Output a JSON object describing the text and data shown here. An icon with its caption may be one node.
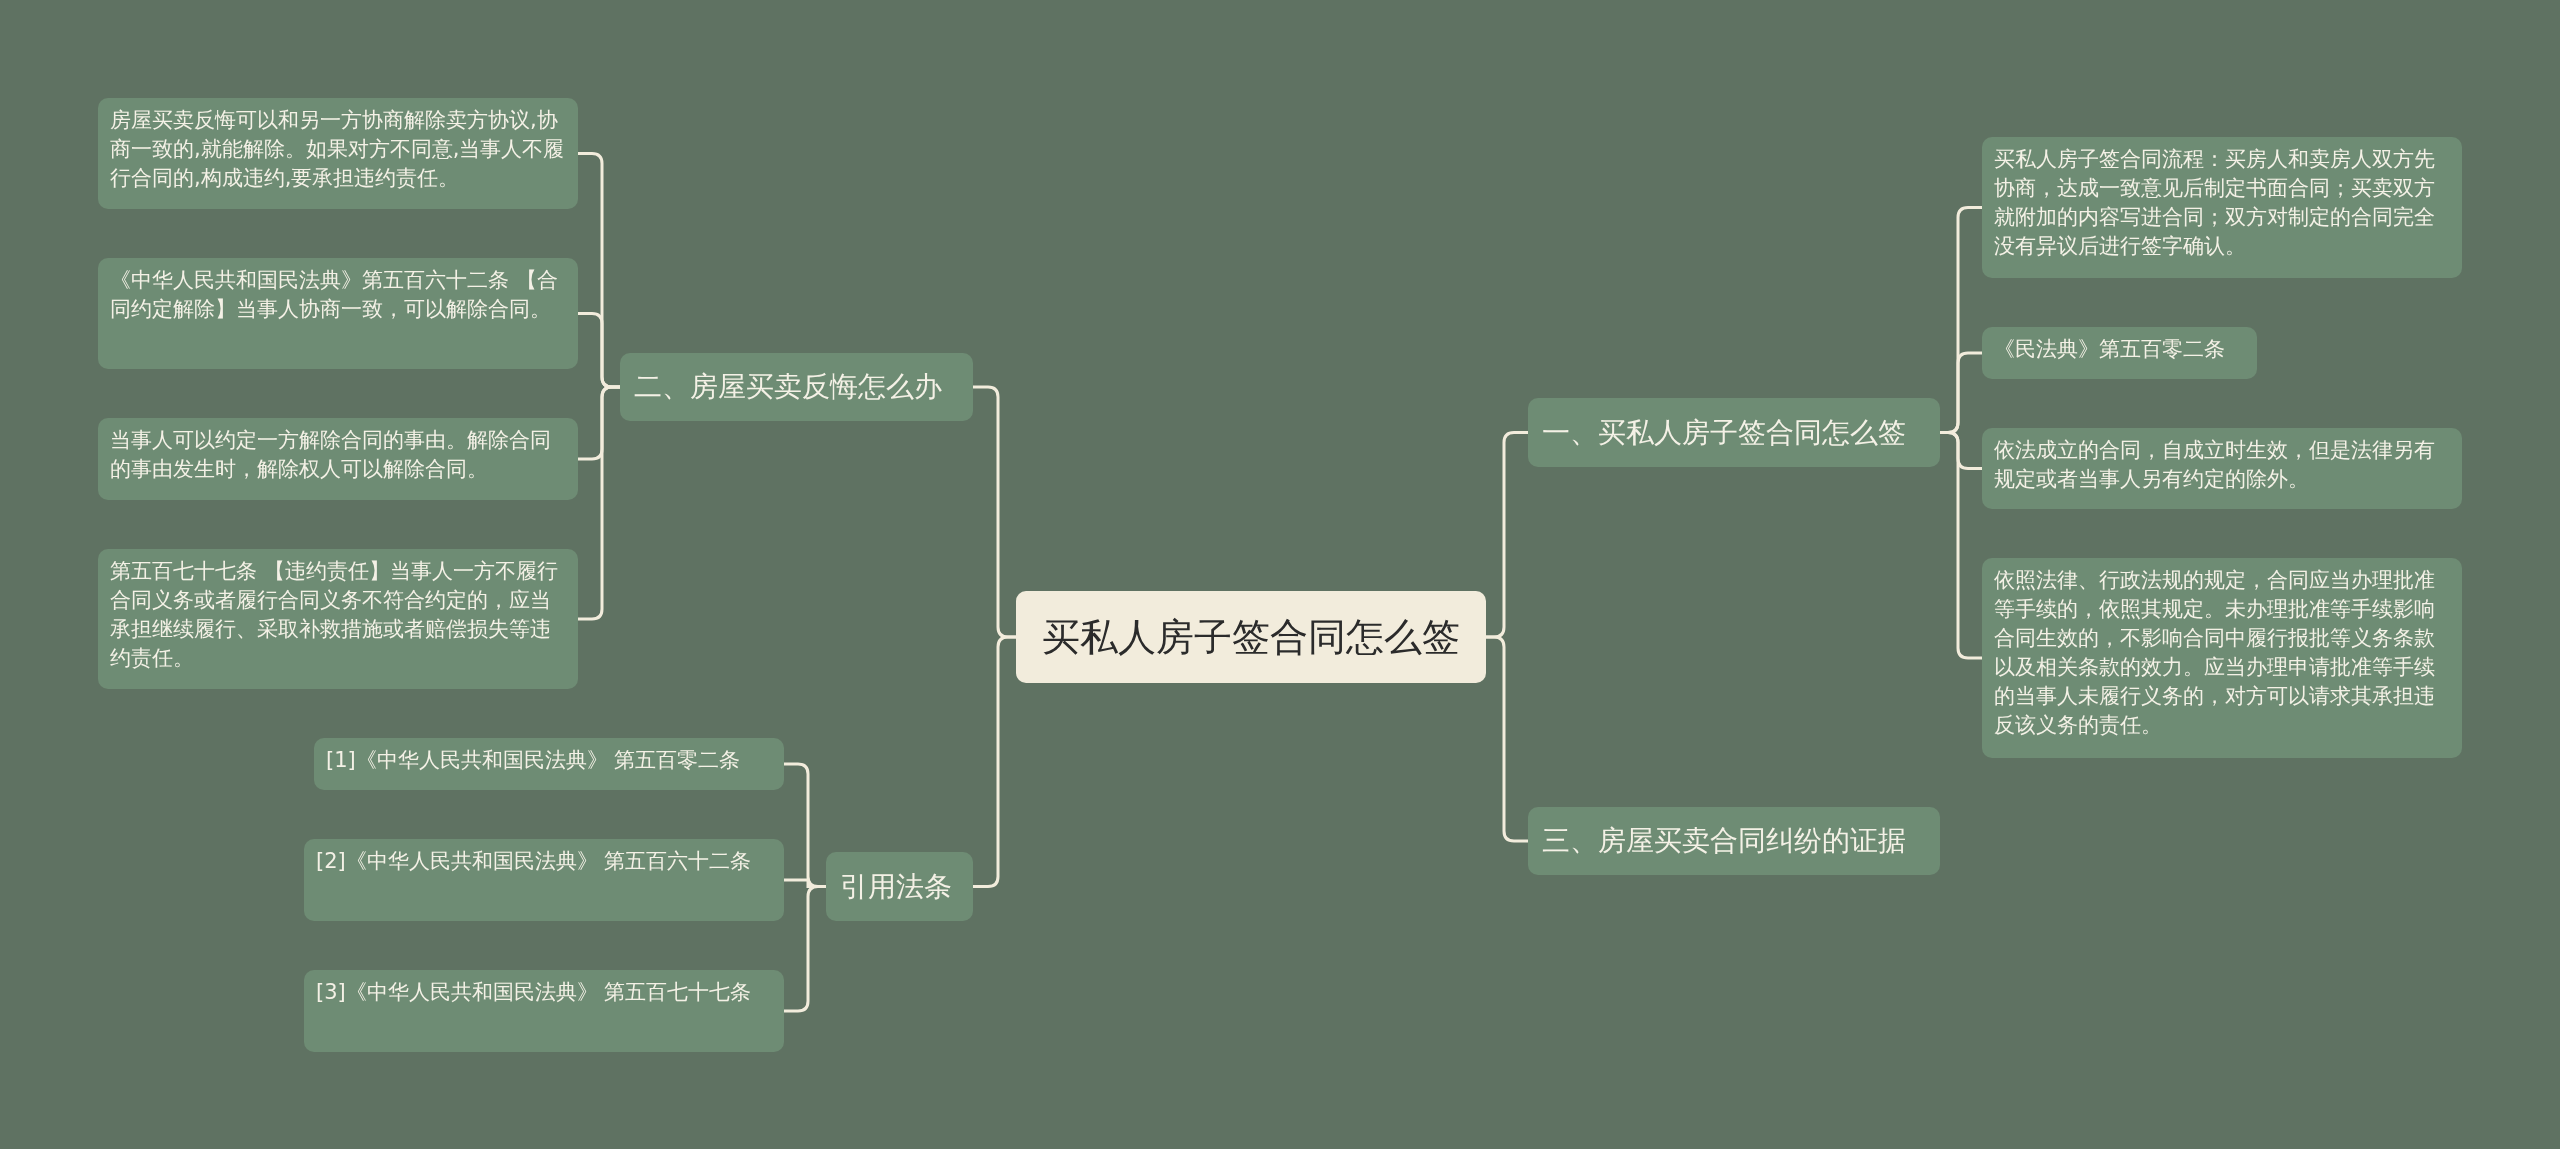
{
  "diagram": {
    "nodes": [
      {
        "text": [
          "买私人房子签合同怎么签"
        ]
      },
      {
        "text": [
          "一、买私人房子签合同怎么签"
        ]
      },
      {
        "text": [
          "买私人房子签合同流程：买房人和卖房人双方先协商，达成一致意见后制定书面合同；买卖双方就附加的内容写进合同；双方对制定的合同完全没有异议后进行签字确认。"
        ]
      },
      {
        "text": [
          "《民法典》第五百零二条"
        ]
      },
      {
        "text": [
          "依法成立的合同，自成立时生效，但是法律另有规定或者当事人另有约定的除外。"
        ]
      },
      {
        "text": [
          "依照法律、行政法规的规定，合同应当办理批准等手续的，依照其规定。未办理批准等手续影响合同生效的，不影响合同中履行报批等义务条款以及相关条款的效力。应当办理申请批准等手续的当事人未履行义务的，对方可以请求其承担违反该义务的责任。"
        ]
      },
      {
        "text": [
          "三、房屋买卖合同纠纷的证据"
        ]
      },
      {
        "text": [
          "二、房屋买卖反悔怎么办"
        ]
      },
      {
        "text": [
          "房屋买卖反悔可以和另一方协商解除卖方协议,协商一致的,就能解除。如果对方不同意,当事人不履行合同的,构成违约,要承担违约责任。"
        ]
      },
      {
        "text": [
          "《中华人民共和国民法典》第五百六十二条 【合同约定解除】当事人协商一致，可以解除合同。"
        ]
      },
      {
        "text": [
          "当事人可以约定一方解除合同的事由。解除合同的事由发生时，解除权人可以解除合同。"
        ]
      },
      {
        "text": [
          "第五百七十七条 【违约责任】当事人一方不履行合同义务或者履行合同义务不符合约定的，应当承担继续履行、采取补救措施或者赔偿损失等违约责任。"
        ]
      },
      {
        "text": [
          "引用法条"
        ]
      },
      {
        "text": [
          "[1]《中华人民共和国民法典》 第五百零二条"
        ]
      },
      {
        "text": [
          "[2]《中华人民共和国民法典》 第五百六十二条"
        ]
      },
      {
        "text": [
          "[3]《中华人民共和国民法典》 第五百七十七条"
        ]
      }
    ],
    "edges": [
      {
        "from": 0,
        "to": 1,
        "arrow": "none"
      },
      {
        "from": 1,
        "to": 2,
        "arrow": "none"
      },
      {
        "from": 1,
        "to": 3,
        "arrow": "none"
      },
      {
        "from": 1,
        "to": 4,
        "arrow": "none"
      },
      {
        "from": 1,
        "to": 5,
        "arrow": "none"
      },
      {
        "from": 0,
        "to": 6,
        "arrow": "none"
      },
      {
        "from": 0,
        "to": 7,
        "arrow": "none"
      },
      {
        "from": 7,
        "to": 8,
        "arrow": "none"
      },
      {
        "from": 7,
        "to": 9,
        "arrow": "none"
      },
      {
        "from": 7,
        "to": 10,
        "arrow": "none"
      },
      {
        "from": 7,
        "to": 11,
        "arrow": "none"
      },
      {
        "from": 0,
        "to": 12,
        "arrow": "none"
      },
      {
        "from": 12,
        "to": 13,
        "arrow": "none"
      },
      {
        "from": 12,
        "to": 14,
        "arrow": "none"
      },
      {
        "from": 12,
        "to": 15,
        "arrow": "none"
      }
    ]
  }
}
